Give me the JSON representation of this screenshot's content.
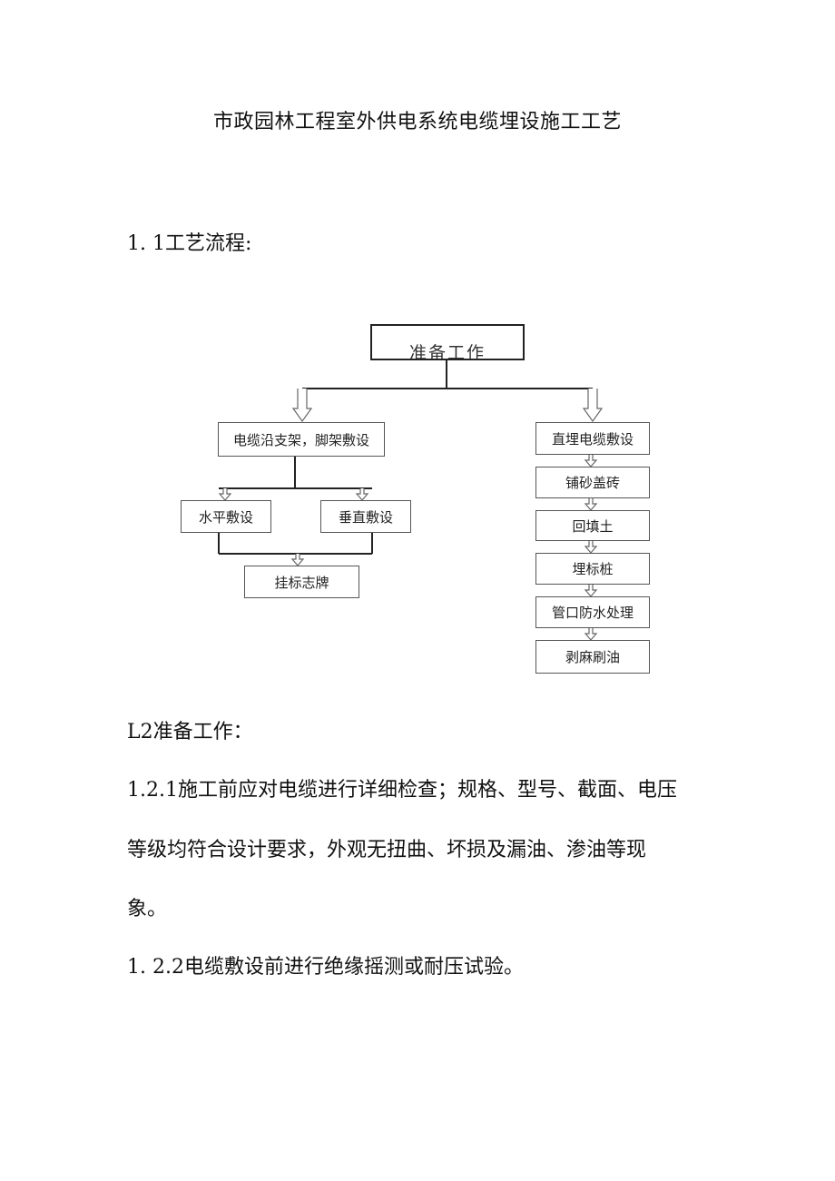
{
  "document": {
    "title": "市政园林工程室外供电系统电缆埋设施工工艺",
    "section_1_1": "1. 1工艺流程:",
    "section_1_2": "L2准备工作：",
    "para_1_2_1_line1": "1.2.1施工前应对电缆进行详细检查；规格、型号、截面、电压",
    "para_1_2_1_line2": "等级均符合设计要求，外观无扭曲、坏损及漏油、渗油等现",
    "para_1_2_1_line3": "象。",
    "para_1_2_2": "1. 2.2电缆敷设前进行绝缘摇测或耐压试验。"
  },
  "flowchart": {
    "top": "准备工作",
    "left_branch": "电缆沿支架，脚架敷设",
    "left_sub_1": "水平敷设",
    "left_sub_2": "垂直敷设",
    "left_end": "挂标志牌",
    "right_steps": [
      "直埋电缆敷设",
      "铺砂盖砖",
      "回填土",
      "埋标桩",
      "管口防水处理",
      "剥麻刷油"
    ]
  }
}
